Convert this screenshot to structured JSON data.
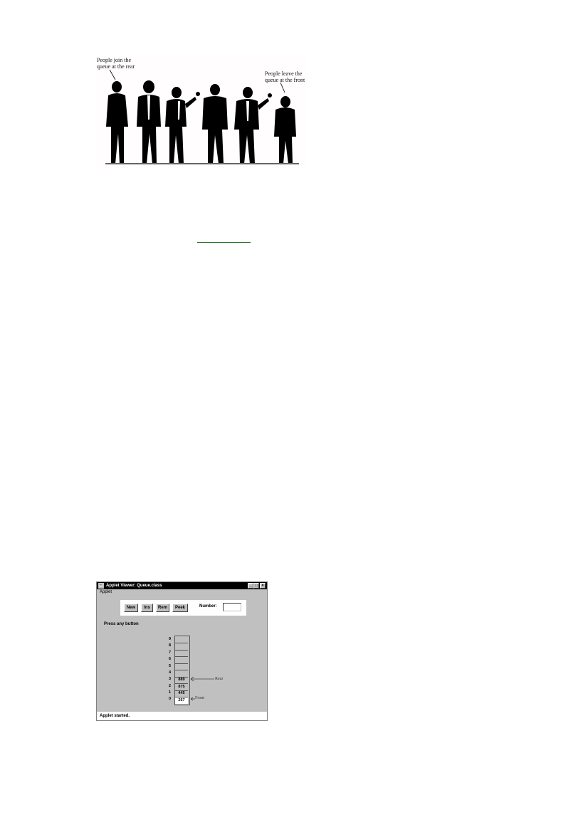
{
  "illustration": {
    "caption_join": "People join the\nqueue at the rear",
    "caption_leave": "People leave the\nqueue at the front"
  },
  "applet": {
    "title": "Applet Viewer: Queue.class",
    "menu": [
      "Applet"
    ],
    "window_controls": [
      "_",
      "□",
      "×"
    ],
    "buttons": [
      "New",
      "Ins",
      "Rem",
      "Peek"
    ],
    "number_label": "Number:",
    "number_value": "",
    "prompt": "Press any button",
    "queue": {
      "indices": [
        "9",
        "8",
        "7",
        "6",
        "5",
        "4",
        "3",
        "2",
        "1",
        "0"
      ],
      "values": [
        "",
        "",
        "",
        "",
        "",
        "",
        "889",
        "875",
        "445",
        "267"
      ],
      "rear_index": 3,
      "front_index": 0
    },
    "rear_label": "Rear",
    "front_label": "Front",
    "status": "Applet started."
  }
}
